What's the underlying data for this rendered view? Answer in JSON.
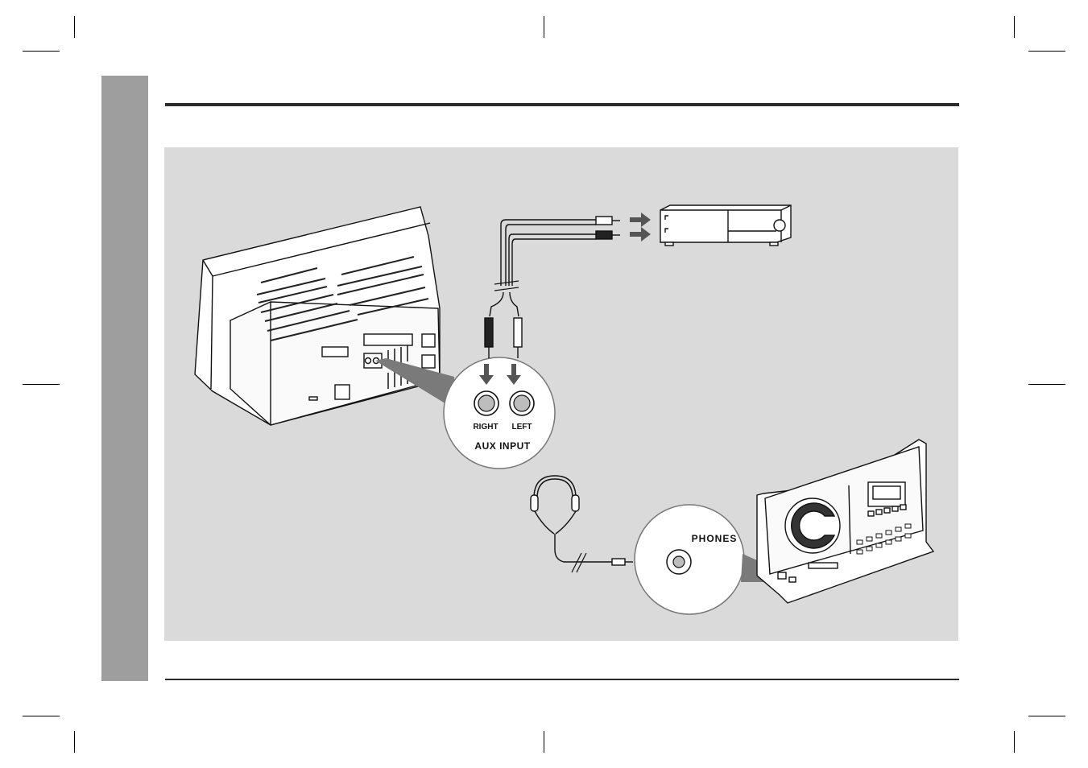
{
  "figure": {
    "aux_input_label": "AUX INPUT",
    "right_label": "RIGHT",
    "left_label": "LEFT",
    "phones_label": "PHONES"
  },
  "colors": {
    "panel": "#dadada",
    "side_tab": "#9e9e9e",
    "rule": "#2b2b2b",
    "arrow": "#555555"
  }
}
